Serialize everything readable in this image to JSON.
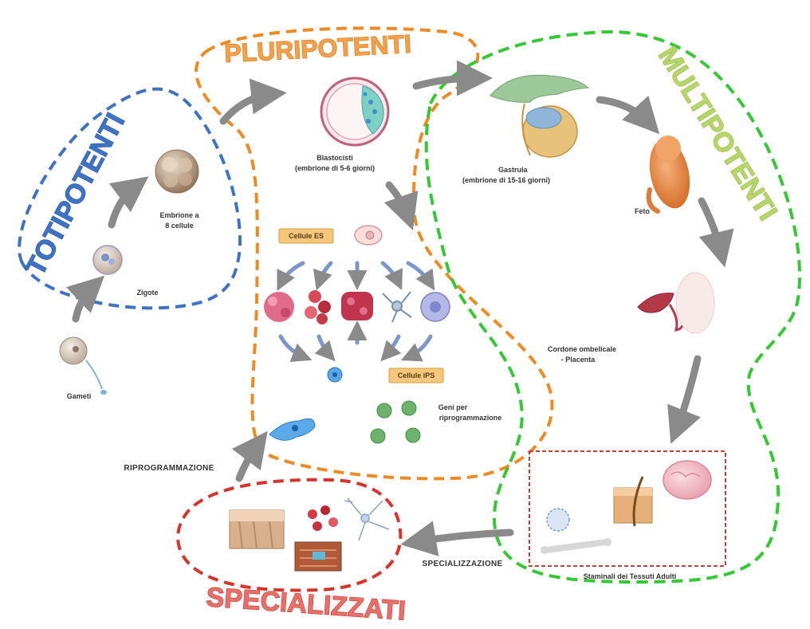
{
  "groups": {
    "totipotent": {
      "title": "TOTIPOTENTI",
      "color": "#3d72c4"
    },
    "pluripotent": {
      "title": "PLURIPOTENTI",
      "color": "#ef8a22"
    },
    "multipotent": {
      "title": "MULTIPOTENTI",
      "color": "#9cc43a"
    },
    "specializzati": {
      "title": "SPECIALIZZATI",
      "color": "#d8332b"
    }
  },
  "box_colors": {
    "multipotent_outline": "#34c934",
    "adult_tissue_box": "#cc3a3a",
    "tag_fill": "#f4c77d"
  },
  "labels": {
    "gameti": "Gameti",
    "zigote": "Zigote",
    "embrione_line1": "Embrione a",
    "embrione_line2": "8 cellule",
    "blastocisti_line1": "Blastocisti",
    "blastocisti_line2": "(embrione di 5-6 giorni)",
    "gastrula_line1": "Gastrula",
    "gastrula_line2": "(embrione di 15-16 giorni)",
    "feto": "Feto",
    "cordone_line1": "Cordone ombelicale",
    "cordone_line2": "- Placenta",
    "cellule_es": "Cellule ES",
    "cellule_ips": "Cellule iPS",
    "geni_line1": "Geni per",
    "geni_line2": "riprogrammazione",
    "riprogrammazione": "RIPROGRAMMAZIONE",
    "specializzazione": "SPECIALIZZAZIONE",
    "staminali": "Staminali dei Tessuti Adulti"
  }
}
